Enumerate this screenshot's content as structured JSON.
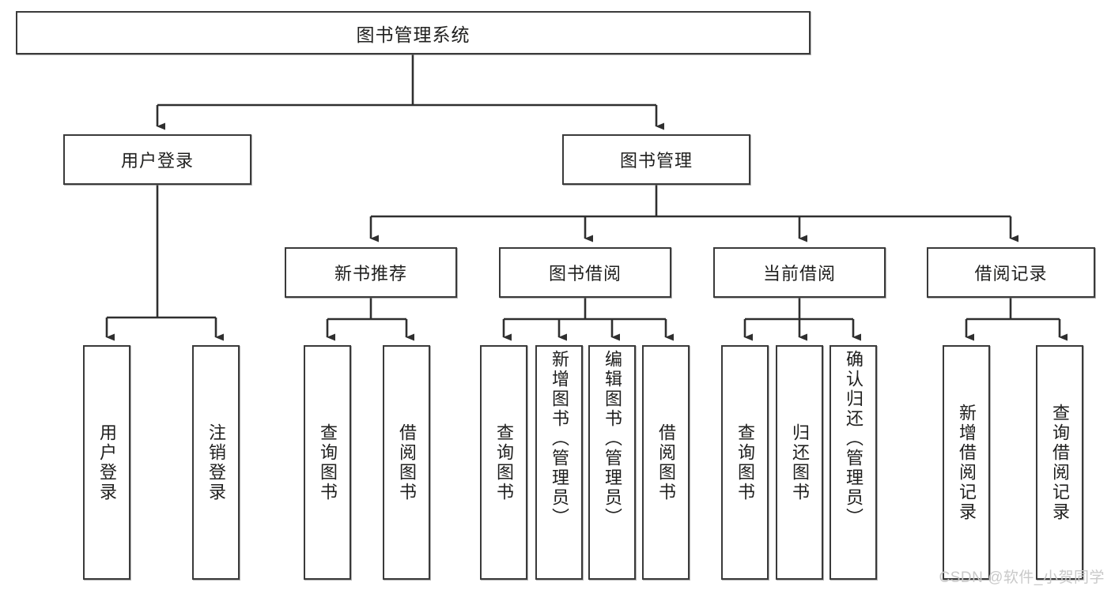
{
  "diagram": {
    "title": "图书管理系统",
    "watermark": "CSDN @软件_小贺同学",
    "type": "tree-hierarchy-diagram",
    "levels": {
      "root": {
        "label": "图书管理系统"
      },
      "level2": [
        {
          "label": "用户登录"
        },
        {
          "label": "图书管理"
        }
      ],
      "level3": [
        {
          "label": "新书推荐"
        },
        {
          "label": "图书借阅"
        },
        {
          "label": "当前借阅"
        },
        {
          "label": "借阅记录"
        }
      ],
      "leaves": {
        "user_login": [
          {
            "label": "用户登录"
          },
          {
            "label": "注销登录"
          }
        ],
        "new_book_recommend": [
          {
            "label": "查询图书"
          },
          {
            "label": "借阅图书"
          }
        ],
        "book_borrow": [
          {
            "label": "查询图书"
          },
          {
            "label": "新增图书（管理员）"
          },
          {
            "label": "编辑图书（管理员）"
          },
          {
            "label": "借阅图书"
          }
        ],
        "current_borrow": [
          {
            "label": "查询图书"
          },
          {
            "label": "归还图书"
          },
          {
            "label": "确认归还（管理员）"
          }
        ],
        "borrow_record": [
          {
            "label": "新增借阅记录"
          },
          {
            "label": "查询借阅记录"
          }
        ]
      }
    },
    "colors": {
      "box_border": "#3a3a3a",
      "box_fill": "#ffffff",
      "connector": "#2f2f2f",
      "text": "#20201f",
      "watermark": "#c9c9c9"
    }
  }
}
